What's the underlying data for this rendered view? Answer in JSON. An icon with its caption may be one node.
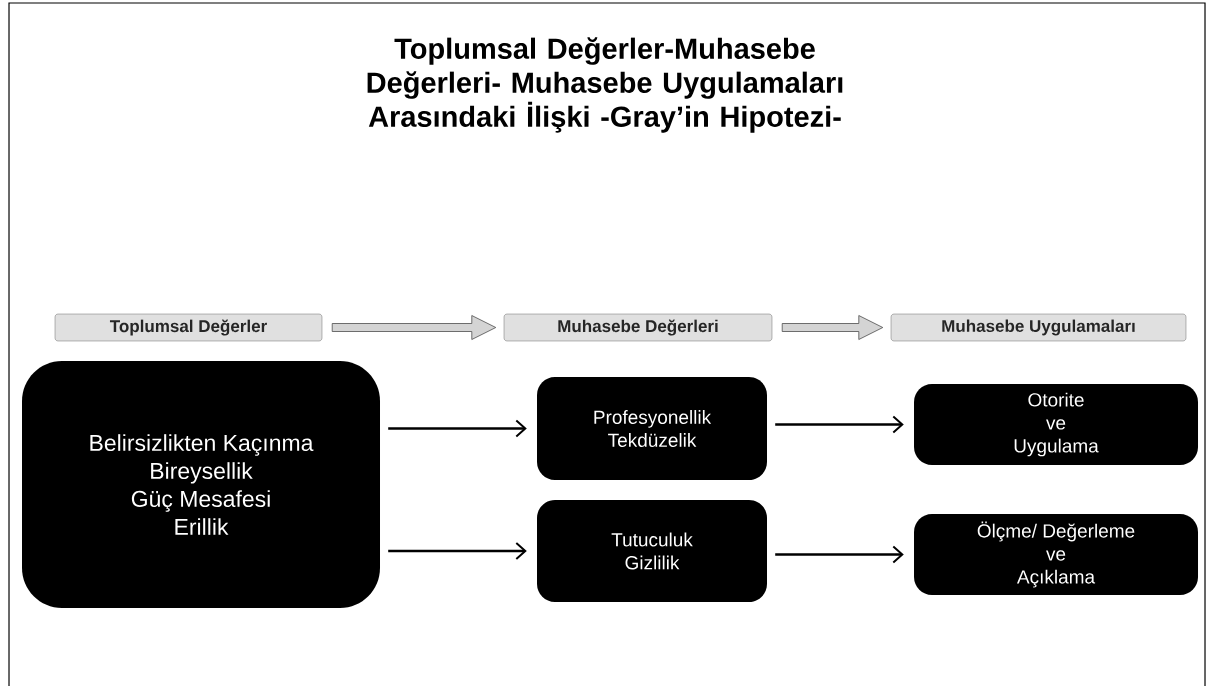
{
  "diagram": {
    "title": "Toplumsal Değerler-Muhasebe Değerleri- Muhasebe Uygulamaları Arasındaki İlişki -Gray’in Hipotezi-",
    "nodes": [
      {
        "text": [
          "Toplumsal Değerler"
        ]
      },
      {
        "text": [
          "Muhasebe Değerleri"
        ]
      },
      {
        "text": [
          "Muhasebe Uygulamaları"
        ]
      },
      {
        "text": [
          "Belirsizlikten Kaçınma",
          "Bireysellik",
          "Güç Mesafesi",
          "Erillik"
        ]
      },
      {
        "text": [
          "Profesyonellik",
          "Tekdüzelik"
        ]
      },
      {
        "text": [
          "Tutuculuk",
          "Gizlilik"
        ]
      },
      {
        "text": [
          "Otorite",
          "ve",
          "Uygulama"
        ]
      },
      {
        "text": [
          "Ölçme/ Değerleme",
          "ve",
          "Açıklama"
        ]
      }
    ],
    "edges": [
      {
        "from": 0,
        "to": 1,
        "arrow": "to",
        "style": "thick",
        "color": "#d4d4d4"
      },
      {
        "from": 1,
        "to": 2,
        "arrow": "to",
        "style": "thick",
        "color": "#d4d4d4"
      },
      {
        "from": 3,
        "to": 4,
        "arrow": "to"
      },
      {
        "from": 3,
        "to": 5,
        "arrow": "to"
      },
      {
        "from": 4,
        "to": 6,
        "arrow": "to"
      },
      {
        "from": 5,
        "to": 7,
        "arrow": "to"
      }
    ]
  }
}
